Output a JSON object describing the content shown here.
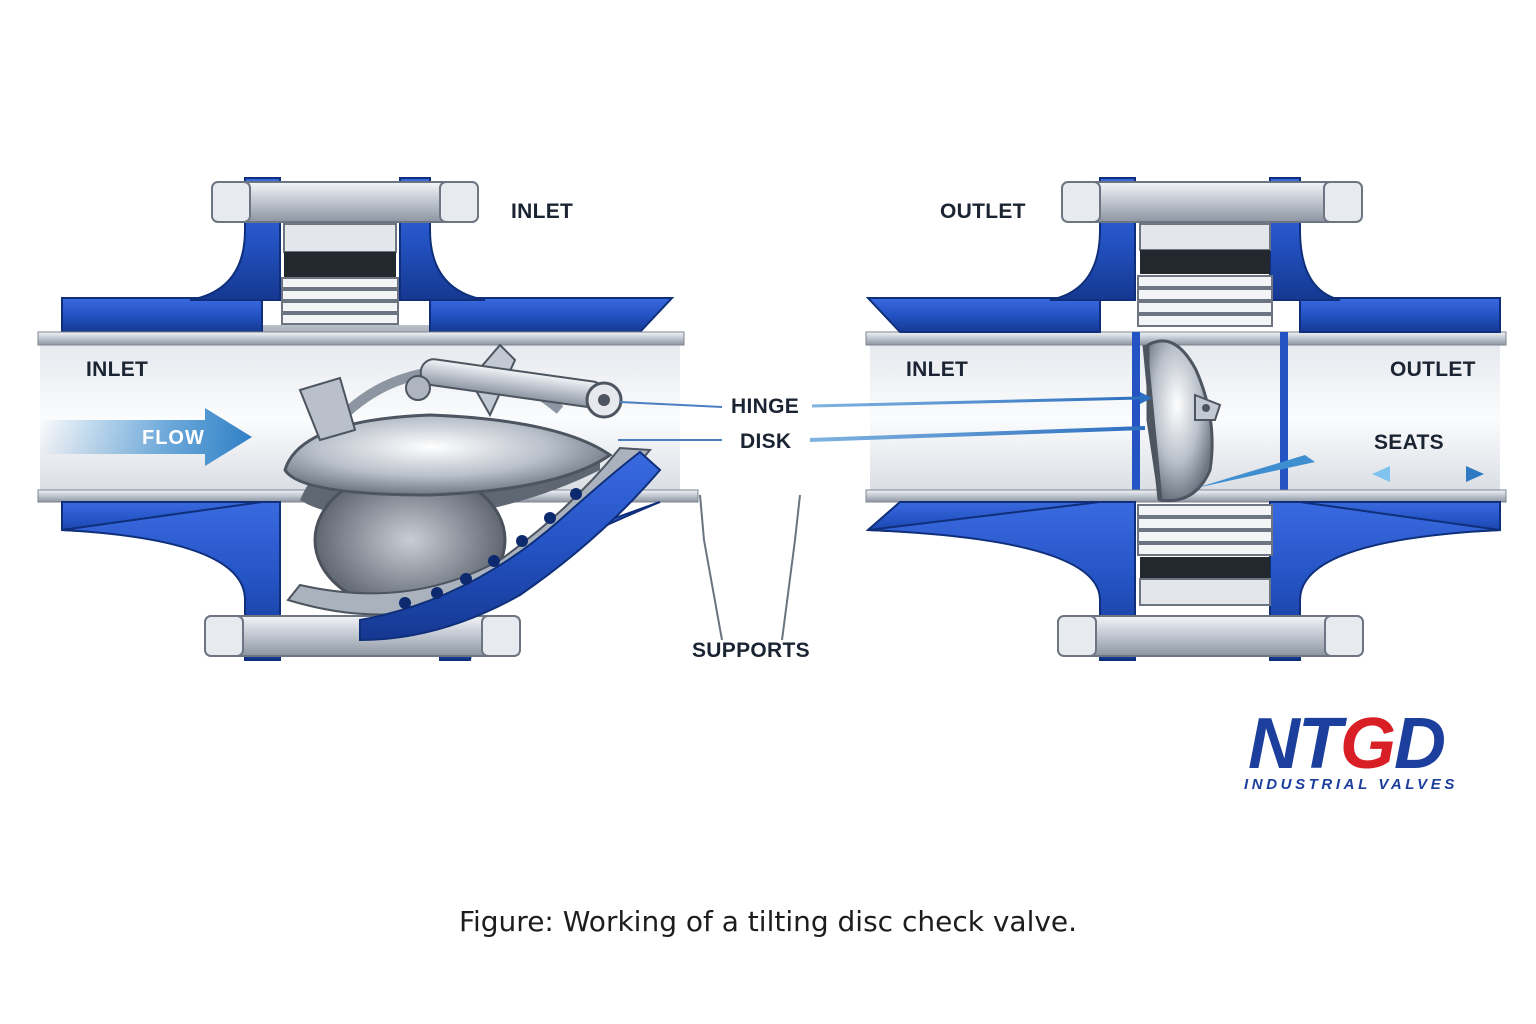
{
  "labels": {
    "left_top": "INLET",
    "left_side": "INLET",
    "flow": "FLOW",
    "hinge": "HINGE",
    "disk": "DISK",
    "supports": "SUPPORTS",
    "right_top": "OUTLET",
    "right_inlet": "INLET",
    "right_outlet": "OUTLET",
    "seats": "SEATS"
  },
  "caption": "Figure: Working of a tilting disc check valve.",
  "logo": {
    "mark_prefix": "NT",
    "mark_accent": "G",
    "mark_suffix": "D",
    "subtitle": "INDUSTRIAL VALVES"
  },
  "colors": {
    "valve_blue": "#2453c4",
    "valve_blue_dark": "#163a9a",
    "steel": "#c9cfd8",
    "flow_arrow": "#3f8fd0",
    "brand_blue": "#1c3e9c",
    "brand_red": "#d81f26"
  }
}
